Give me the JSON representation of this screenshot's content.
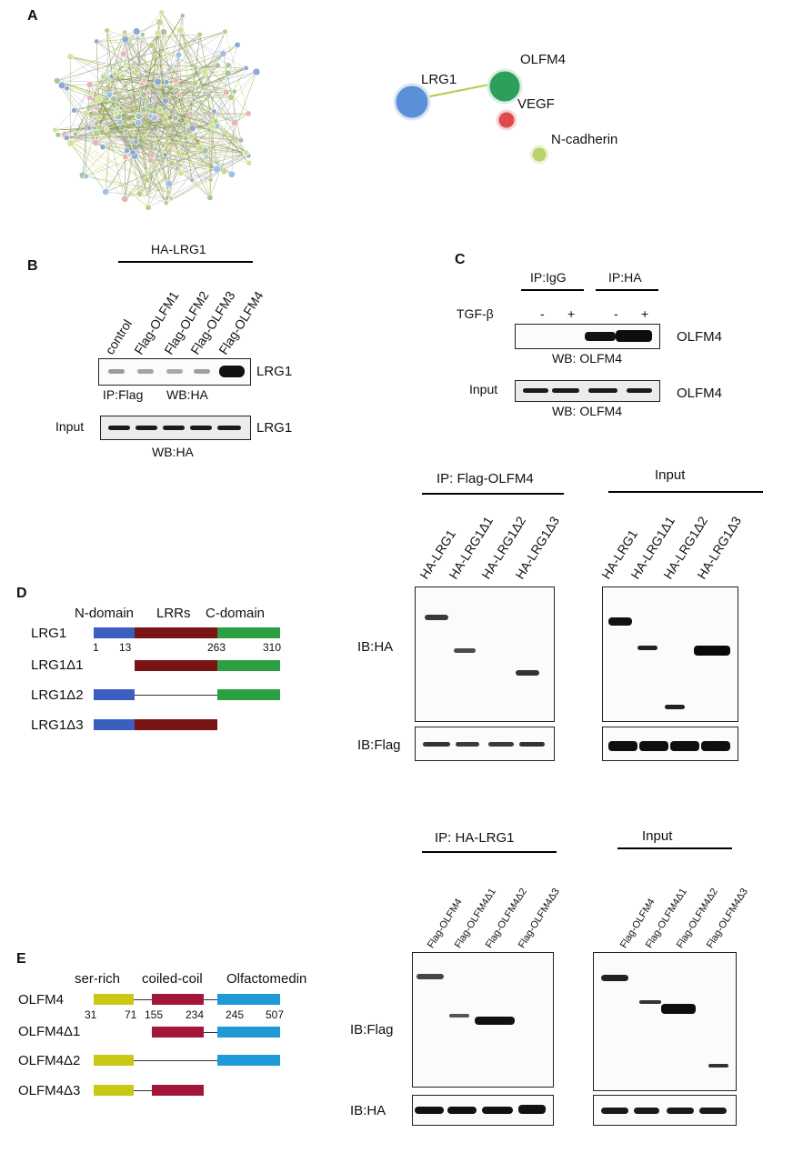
{
  "panels": {
    "A": "A",
    "B": "B",
    "C": "C",
    "D": "D",
    "E": "E"
  },
  "network": {
    "nodes": [
      "LRG1",
      "OLFM4",
      "VEGF",
      "N-cadherin"
    ],
    "colors": {
      "LRG1": "#5b8fd6",
      "OLFM4": "#2e9e5b",
      "VEGF": "#e04a4a",
      "N-cadherin": "#b7d36a"
    }
  },
  "panelB": {
    "group": "HA-LRG1",
    "lanes": [
      "control",
      "Flag-OLFM1",
      "Flag-OLFM2",
      "Flag-OLFM3",
      "Flag-OLFM4"
    ],
    "ip_side": "LRG1",
    "ip_caption_left": "IP:Flag",
    "ip_caption_right": "WB:HA",
    "input_label": "Input",
    "input_side": "LRG1",
    "input_caption": "WB:HA"
  },
  "panelC": {
    "group_igg": "IP:IgG",
    "group_ha": "IP:HA",
    "treatment": "TGF-β",
    "signs": [
      "-",
      "+",
      "-",
      "+"
    ],
    "ip_side": "OLFM4",
    "ip_caption": "WB: OLFM4",
    "input_label": "Input",
    "input_side": "OLFM4",
    "input_caption": "WB: OLFM4"
  },
  "panelD": {
    "domains": [
      "N-domain",
      "LRRs",
      "C-domain"
    ],
    "constructs": [
      "LRG1",
      "LRG1Δ1",
      "LRG1Δ2",
      "LRG1Δ3"
    ],
    "positions": [
      "1",
      "13",
      "263",
      "310"
    ],
    "domain_colors": {
      "N": "#3b5fc0",
      "LRR": "#7a1414",
      "C": "#2aa043"
    },
    "ip_title": "IP: Flag-OLFM4",
    "input_title": "Input",
    "lanes": [
      "HA-LRG1",
      "HA-LRG1Δ1",
      "HA-LRG1Δ2",
      "HA-LRG1Δ3"
    ],
    "ib_top": "IB:HA",
    "ib_bottom": "IB:Flag"
  },
  "panelE": {
    "domains": [
      "ser-rich",
      "coiled-coil",
      "Olfactomedin"
    ],
    "constructs": [
      "OLFM4",
      "OLFM4Δ1",
      "OLFM4Δ2",
      "OLFM4Δ3"
    ],
    "positions": [
      "31",
      "71",
      "155",
      "234",
      "245",
      "507"
    ],
    "domain_colors": {
      "ser": "#c9c814",
      "coil": "#a3163a",
      "olf": "#1e9ad6"
    },
    "ip_title": "IP: HA-LRG1",
    "input_title": "Input",
    "lanes": [
      "Flag-OLFM4",
      "Flag-OLFM4Δ1",
      "Flag-OLFM4Δ2",
      "Flag-OLFM4Δ3"
    ],
    "ib_top": "IB:Flag",
    "ib_bottom": "IB:HA"
  }
}
